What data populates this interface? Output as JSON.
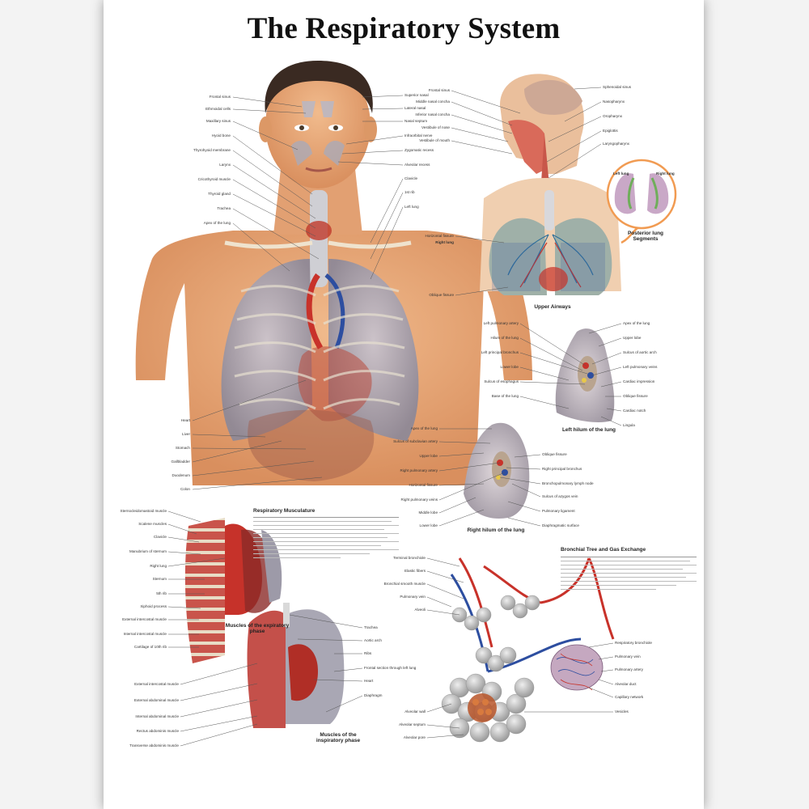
{
  "poster": {
    "title": "The Respiratory System"
  },
  "captions": {
    "upper_airways": "Upper Airways",
    "posterior_segments": "Posterior lung Segments",
    "left_hilum": "Left hilum of the lung",
    "right_hilum": "Right hilum of the lung",
    "expiratory": "Muscles of the expiratory phase",
    "inspiratory": "Muscles of the inspiratory phase",
    "left_lung": "Left lung",
    "right_lung": "Right lung"
  },
  "sections": {
    "musculature_title": "Respiratory Musculature",
    "bronchial_title": "Bronchial Tree and Gas Exchange"
  },
  "labels": {
    "torso_left": [
      "Frontal sinus",
      "Ethmoidal cells",
      "Maxillary sinus",
      "Hyoid bone",
      "Thyrohyoid membrane",
      "Larynx",
      "Cricothyroid muscle",
      "Thyroid gland",
      "Trachea",
      "Apex of the lung"
    ],
    "torso_right": [
      "Superior nasal",
      "Lateral nasal",
      "Nasal septum",
      "Infraorbital nerve",
      "Zygomatic recess",
      "Alveolar recess",
      "Clavicle",
      "1st rib",
      "Left lung"
    ],
    "torso_bottom": [
      "Heart",
      "Liver",
      "Stomach",
      "Gallbladder",
      "Duodenum",
      "Colon"
    ],
    "airway_left": [
      "Frontal sinus",
      "Middle nasal concha",
      "Inferior nasal concha",
      "Vestibule of nose",
      "Vestibule of mouth"
    ],
    "airway_right": [
      "Sphenoidal sinus",
      "Nasopharynx",
      "Oropharynx",
      "Epiglottis",
      "Laryngopharynx"
    ],
    "airway_side": [
      "Horizontal fissure",
      "Right lung",
      "Oblique fissure"
    ],
    "left_hilum_left": [
      "Left pulmonary artery",
      "Hilum of the lung",
      "Left principal bronchus",
      "Lower lobe",
      "Sulcus of esophagus",
      "Base of the lung"
    ],
    "left_hilum_right": [
      "Apex of the lung",
      "Upper lobe",
      "Sulcus of aortic arch",
      "Left pulmonary veins",
      "Cardiac impression",
      "Oblique fissure",
      "Cardiac notch",
      "Lingula"
    ],
    "right_hilum_left": [
      "Apex of the lung",
      "Sulcus of subclavian artery",
      "Upper lobe",
      "Right pulmonary artery",
      "Horizontal fissure",
      "Right pulmonary veins",
      "Middle lobe",
      "Lower lobe"
    ],
    "right_hilum_right": [
      "Oblique fissure",
      "Right principal bronchus",
      "Bronchopulmonary lymph node",
      "Sulcus of azygos vein",
      "Pulmonary ligament",
      "Diaphragmatic surface"
    ],
    "muscle_left": [
      "Sternocleidomastoid muscle",
      "Scalene muscles",
      "Clavicle",
      "Manubrium of sternum",
      "Right lung",
      "Sternum",
      "5th rib",
      "Xiphoid process",
      "External intercostal muscle",
      "Internal intercostal muscle",
      "Cartilage of 10th rib"
    ],
    "muscle_lower_left": [
      "External intercostal muscle",
      "External abdominal muscle",
      "Internal abdominal muscle",
      "Rectus abdominis muscle",
      "Transverse abdominis muscle"
    ],
    "muscle_lower_right": [
      "Trachea",
      "Aortic arch",
      "Ribs",
      "Frontal section through left lung",
      "Heart",
      "Diaphragm"
    ],
    "bronchi_left": [
      "Terminal bronchiole",
      "Elastic fibers",
      "Bronchial smooth muscle",
      "Pulmonary vein",
      "Alveoli",
      "Alveolar wall",
      "Alveolar septum",
      "Alveolar pore"
    ],
    "bronchi_right": [
      "Respiratory bronchiole",
      "Pulmonary vein",
      "Pulmonary artery",
      "Alveolar duct",
      "Capillary network",
      "Vesicles"
    ]
  },
  "colors": {
    "skin": "#e9a877",
    "lung": "#a9a7b4",
    "artery": "#c8322a",
    "vein": "#2d4ea0",
    "muscle": "#c4504a"
  }
}
